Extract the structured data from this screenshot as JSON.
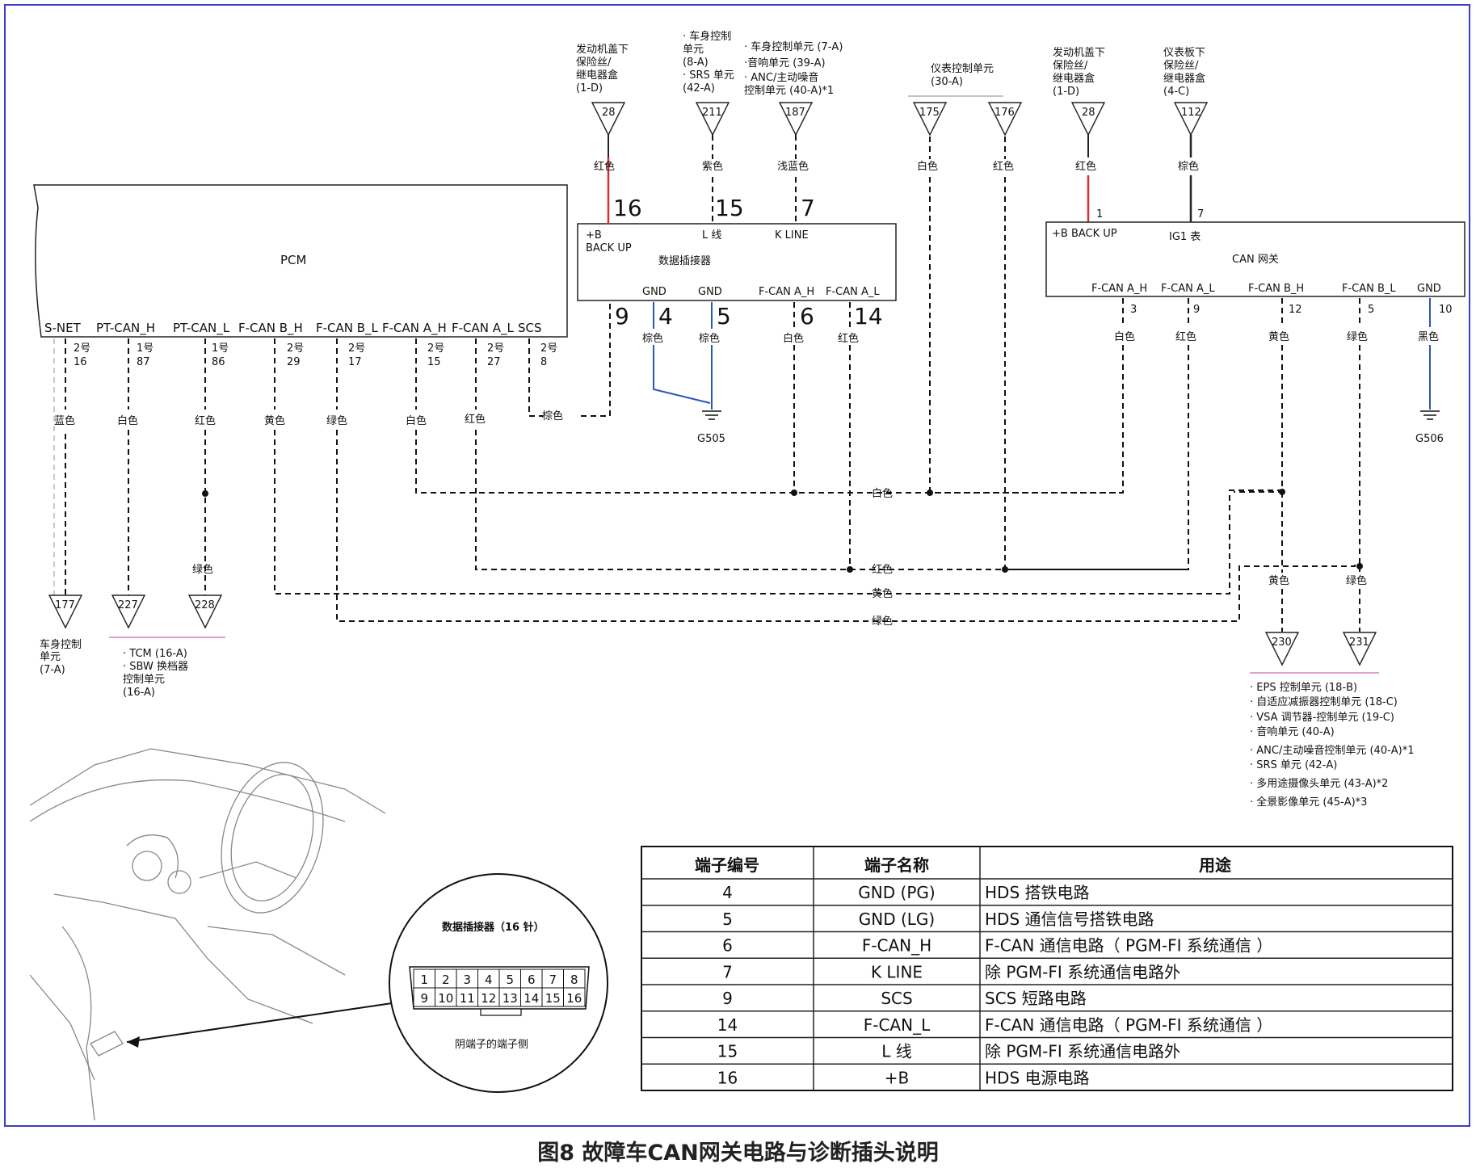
{
  "caption": "图8 故障车CAN网关电路与诊断插头说明",
  "pcm": {
    "name": "PCM",
    "pins": [
      "S-NET",
      "PT-CAN_H",
      "PT-CAN_L",
      "F-CAN B_H",
      "F-CAN B_L",
      "F-CAN A_H",
      "F-CAN A_L",
      "SCS"
    ],
    "pin_nums": [
      [
        "2号",
        "16"
      ],
      [
        "1号",
        "87"
      ],
      [
        "1号",
        "86"
      ],
      [
        "2号",
        "29"
      ],
      [
        "2号",
        "17"
      ],
      [
        "2号",
        "15"
      ],
      [
        "2号",
        "27"
      ],
      [
        "2号",
        "8"
      ]
    ],
    "wire_colors": [
      "蓝色",
      "白色",
      "红色",
      "黄色",
      "绿色",
      "白色",
      "红色",
      "棕色"
    ]
  },
  "dlc": {
    "name": "数据插接器",
    "top_labels": [
      "+B",
      "BACK UP",
      "L 线",
      "K LINE"
    ],
    "top_pins": [
      "16",
      "15",
      "7"
    ],
    "bottom_labels": [
      "GND",
      "GND",
      "F-CAN A_H",
      "F-CAN A_L"
    ],
    "bottom_pins": [
      "9",
      "4",
      "5",
      "6",
      "14"
    ],
    "bottom_colors": [
      "棕色",
      "棕色",
      "白色",
      "红色"
    ],
    "ground": "G505"
  },
  "gateway": {
    "name": "CAN 网关",
    "top_labels": [
      "+B BACK UP",
      "IG1 表"
    ],
    "top_pins": [
      "1",
      "7"
    ],
    "bottom_labels": [
      "F-CAN A_H",
      "F-CAN A_L",
      "F-CAN B_H",
      "F-CAN B_L",
      "GND"
    ],
    "bottom_pins": [
      "3",
      "9",
      "12",
      "5",
      "10"
    ],
    "bottom_colors": [
      "白色",
      "红色",
      "黄色",
      "绿色",
      "黑色"
    ],
    "ground": "G506"
  },
  "top_sources": {
    "fuse_1d": {
      "label": [
        "发动机盖下",
        "保险丝/",
        "继电器盒",
        "(1-D)"
      ],
      "num": "28",
      "color": "红色"
    },
    "body_211": {
      "label": [
        "· 车身控制",
        "单元",
        "(8-A)",
        "· SRS 单元",
        "(42-A)"
      ],
      "num": "211",
      "color": "紫色"
    },
    "body_187": {
      "label": [
        "· 车身控制单元 (7-A)",
        "·音响单元 (39-A)",
        "· ANC/主动噪音",
        "控制单元 (40-A)*1"
      ],
      "num": "187",
      "color": "浅蓝色"
    },
    "meter": {
      "label": [
        "仪表控制单元",
        "(30-A)"
      ],
      "nums": [
        "175",
        "176"
      ],
      "colors": [
        "白色",
        "红色"
      ]
    },
    "gw_fuse_1d": {
      "label": [
        "发动机盖下",
        "保险丝/",
        "继电器盒",
        "(1-D)"
      ],
      "num": "28",
      "color": "红色"
    },
    "gw_fuse_4c": {
      "label": [
        "仪表板下",
        "保险丝/",
        "继电器盒",
        "(4-C)"
      ],
      "num": "112",
      "color": "棕色"
    }
  },
  "bus_labels": [
    "白色",
    "红色",
    "黄色",
    "绿色"
  ],
  "junction_labels": {
    "pt_can_l": "绿色",
    "gw_b_h": "黄色",
    "gw_b_l": "绿色"
  },
  "bottom_terminals": {
    "t177": {
      "num": "177",
      "label": [
        "车身控制",
        "单元",
        "(7-A)"
      ]
    },
    "t227_228": {
      "nums": [
        "227",
        "228"
      ],
      "label": [
        "· TCM (16-A)",
        "· SBW 换档器",
        "控制单元",
        "(16-A)"
      ]
    },
    "t230_231": {
      "nums": [
        "230",
        "231"
      ],
      "label": [
        "· EPS 控制单元 (18-B)",
        "· 自适应减振器控制单元 (18-C)",
        "· VSA 调节器-控制单元 (19-C)",
        "· 音响单元 (40-A)",
        "· ANC/主动噪音控制单元 (40-A)*1",
        "· SRS 单元 (42-A)",
        "· 多用途摄像头单元 (43-A)*2",
        "· 全景影像单元 (45-A)*3"
      ]
    }
  },
  "connector_view": {
    "title": "数据插接器（16 针）",
    "row1": [
      "1",
      "2",
      "3",
      "4",
      "5",
      "6",
      "7",
      "8"
    ],
    "row2": [
      "9",
      "10",
      "11",
      "12",
      "13",
      "14",
      "15",
      "16"
    ],
    "side": "阴端子的端子侧"
  },
  "table": {
    "headers": [
      "端子编号",
      "端子名称",
      "用途"
    ],
    "rows": [
      [
        "4",
        "GND (PG)",
        "HDS 搭铁电路"
      ],
      [
        "5",
        "GND (LG)",
        "HDS 通信信号搭铁电路"
      ],
      [
        "6",
        "F-CAN_H",
        "F-CAN 通信电路（ PGM-FI 系统通信 ）"
      ],
      [
        "7",
        "K LINE",
        "除 PGM-FI 系统通信电路外"
      ],
      [
        "9",
        "SCS",
        "SCS 短路电路"
      ],
      [
        "14",
        "F-CAN_L",
        "F-CAN 通信电路（ PGM-FI 系统通信 ）"
      ],
      [
        "15",
        "L 线",
        "除 PGM-FI 系统通信电路外"
      ],
      [
        "16",
        "+B",
        "HDS 电源电路"
      ]
    ]
  },
  "colors": {
    "red": "#d83030",
    "blue": "#2d55b5",
    "frame": "#3c3cc8"
  }
}
